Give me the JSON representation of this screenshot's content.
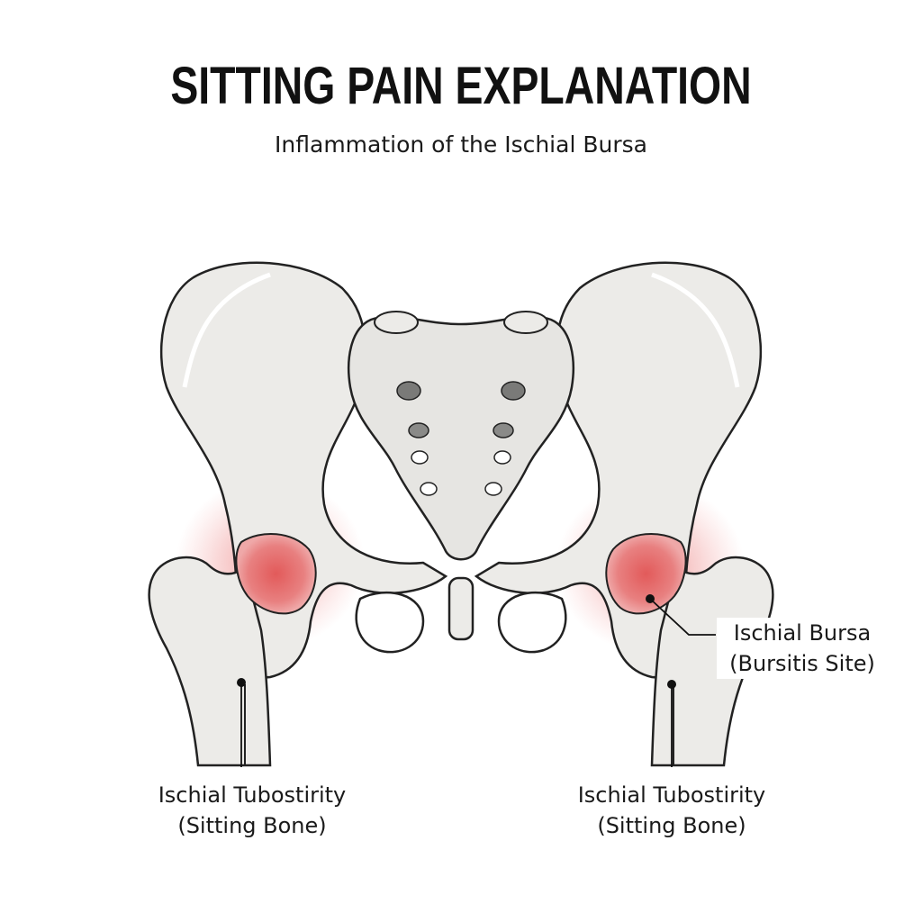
{
  "header": {
    "title": "SITTING PAIN EXPLANATION",
    "subtitle": "Inflammation of the Ischial Bursa"
  },
  "labels": {
    "left_tuberosity": {
      "line1": "Ischial Tubostirity",
      "line2": "(Sitting Bone)"
    },
    "right_tuberosity": {
      "line1": "Ischial Tubostirity",
      "line2": "(Sitting Bone)"
    },
    "bursa": {
      "line1": "Ischial Bursa",
      "line2": "(Bursitis Site)"
    }
  },
  "colors": {
    "bone_fill": "#ecebe8",
    "bone_outline": "#222222",
    "inflammation": "#e04848",
    "background": "#ffffff"
  }
}
